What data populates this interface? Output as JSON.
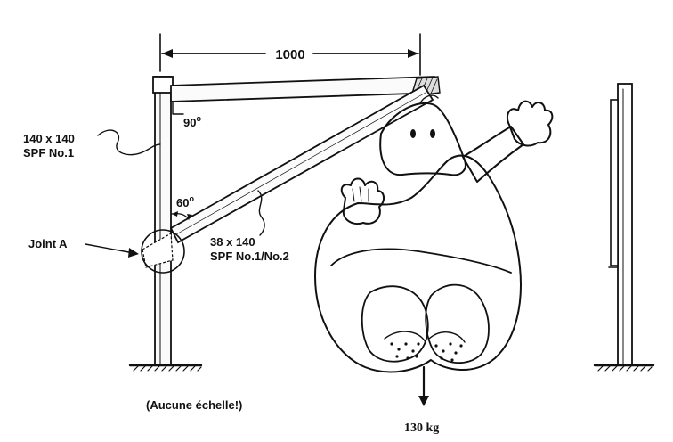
{
  "dimension": {
    "span": "1000"
  },
  "angles": {
    "top": "90",
    "bottom": "60",
    "degree_symbol": "o"
  },
  "post_label": {
    "line1": "140 x 140",
    "line2": "SPF No.1"
  },
  "brace_label": {
    "line1": "38 x 140",
    "line2": "SPF No.1/No.2"
  },
  "joint_label": "Joint A",
  "scale_note": "(Aucune échelle!)",
  "load": "130 kg",
  "colors": {
    "ink": "#111111",
    "paper": "#ffffff",
    "wood_fill": "#f4f4f4"
  }
}
